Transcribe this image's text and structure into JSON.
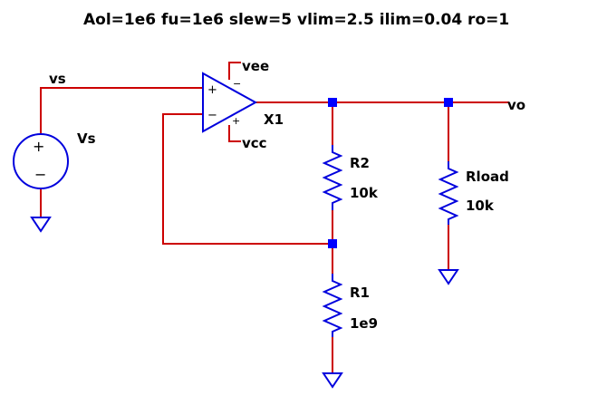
{
  "schematic": {
    "directive": "Aol=1e6 fu=1e6 slew=5 vlim=2.5 ilim=0.04 ro=1",
    "nets": {
      "input": "vs",
      "output": "vo",
      "neg_supply": "vee",
      "pos_supply": "vcc"
    },
    "opamp": {
      "name": "X1",
      "plus_sign": "+",
      "minus_sign": "−"
    },
    "source": {
      "name": "Vs",
      "plus": "+",
      "minus": "−"
    },
    "resistors": [
      {
        "name": "R2",
        "value": "10k"
      },
      {
        "name": "R1",
        "value": "1e9"
      },
      {
        "name": "Rload",
        "value": "10k"
      }
    ],
    "colors": {
      "wire": "#cc0000",
      "component": "#0000dd",
      "node": "#0000ff",
      "background": "#ffffff"
    }
  }
}
